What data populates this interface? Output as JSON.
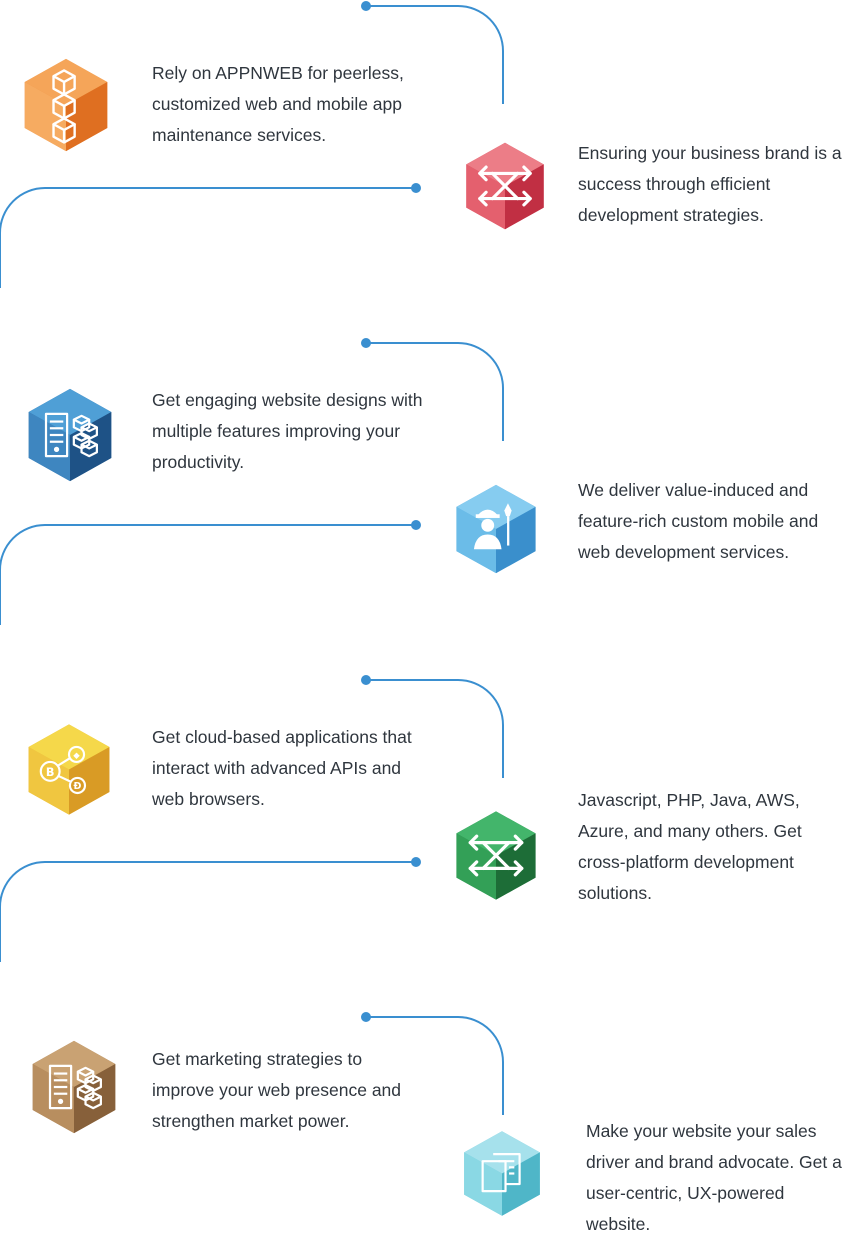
{
  "colors": {
    "connector": "#3a8fd0",
    "orange": [
      "#f7b068",
      "#f08a36",
      "#dd6b1f"
    ],
    "red": [
      "#ec7d87",
      "#dc4a5a",
      "#c12f43"
    ],
    "blue": [
      "#4f9fd6",
      "#2d6da6",
      "#1e5286"
    ],
    "sky": [
      "#86ccf0",
      "#56aee2",
      "#3a8fcc"
    ],
    "yellow": [
      "#f5d84a",
      "#ecb93a",
      "#d99b25"
    ],
    "green": [
      "#43b56b",
      "#2a8c48",
      "#1d6d37"
    ],
    "brown": [
      "#c9a273",
      "#a87c4c",
      "#87603a"
    ],
    "cyan": [
      "#a6e1ec",
      "#70cfdd",
      "#4fb6c8"
    ]
  },
  "items": [
    {
      "text": "Rely on APPNWEB for peerless, customized web and mobile app maintenance services.",
      "icon": "stacked-cubes-icon"
    },
    {
      "text": "Ensuring your business brand is a success through efficient development strategies.",
      "icon": "expand-arrows-icon"
    },
    {
      "text": "Get engaging website designs with multiple features improving your productivity.",
      "icon": "server-blocks-icon"
    },
    {
      "text": "We deliver value-induced and feature-rich custom mobile and web development services.",
      "icon": "worker-shovel-icon"
    },
    {
      "text": "Get cloud-based applications that interact with advanced APIs and web browsers.",
      "icon": "crypto-network-icon"
    },
    {
      "text": "Javascript, PHP, Java, AWS, Azure, and many others. Get cross-platform development solutions.",
      "icon": "expand-arrows-icon"
    },
    {
      "text": "Get marketing strategies to improve your web presence and strengthen market power.",
      "icon": "server-blocks-icon"
    },
    {
      "text": "Make your website your sales driver and brand advocate. Get a user-centric, UX-powered website.",
      "icon": "documents-icon"
    }
  ]
}
